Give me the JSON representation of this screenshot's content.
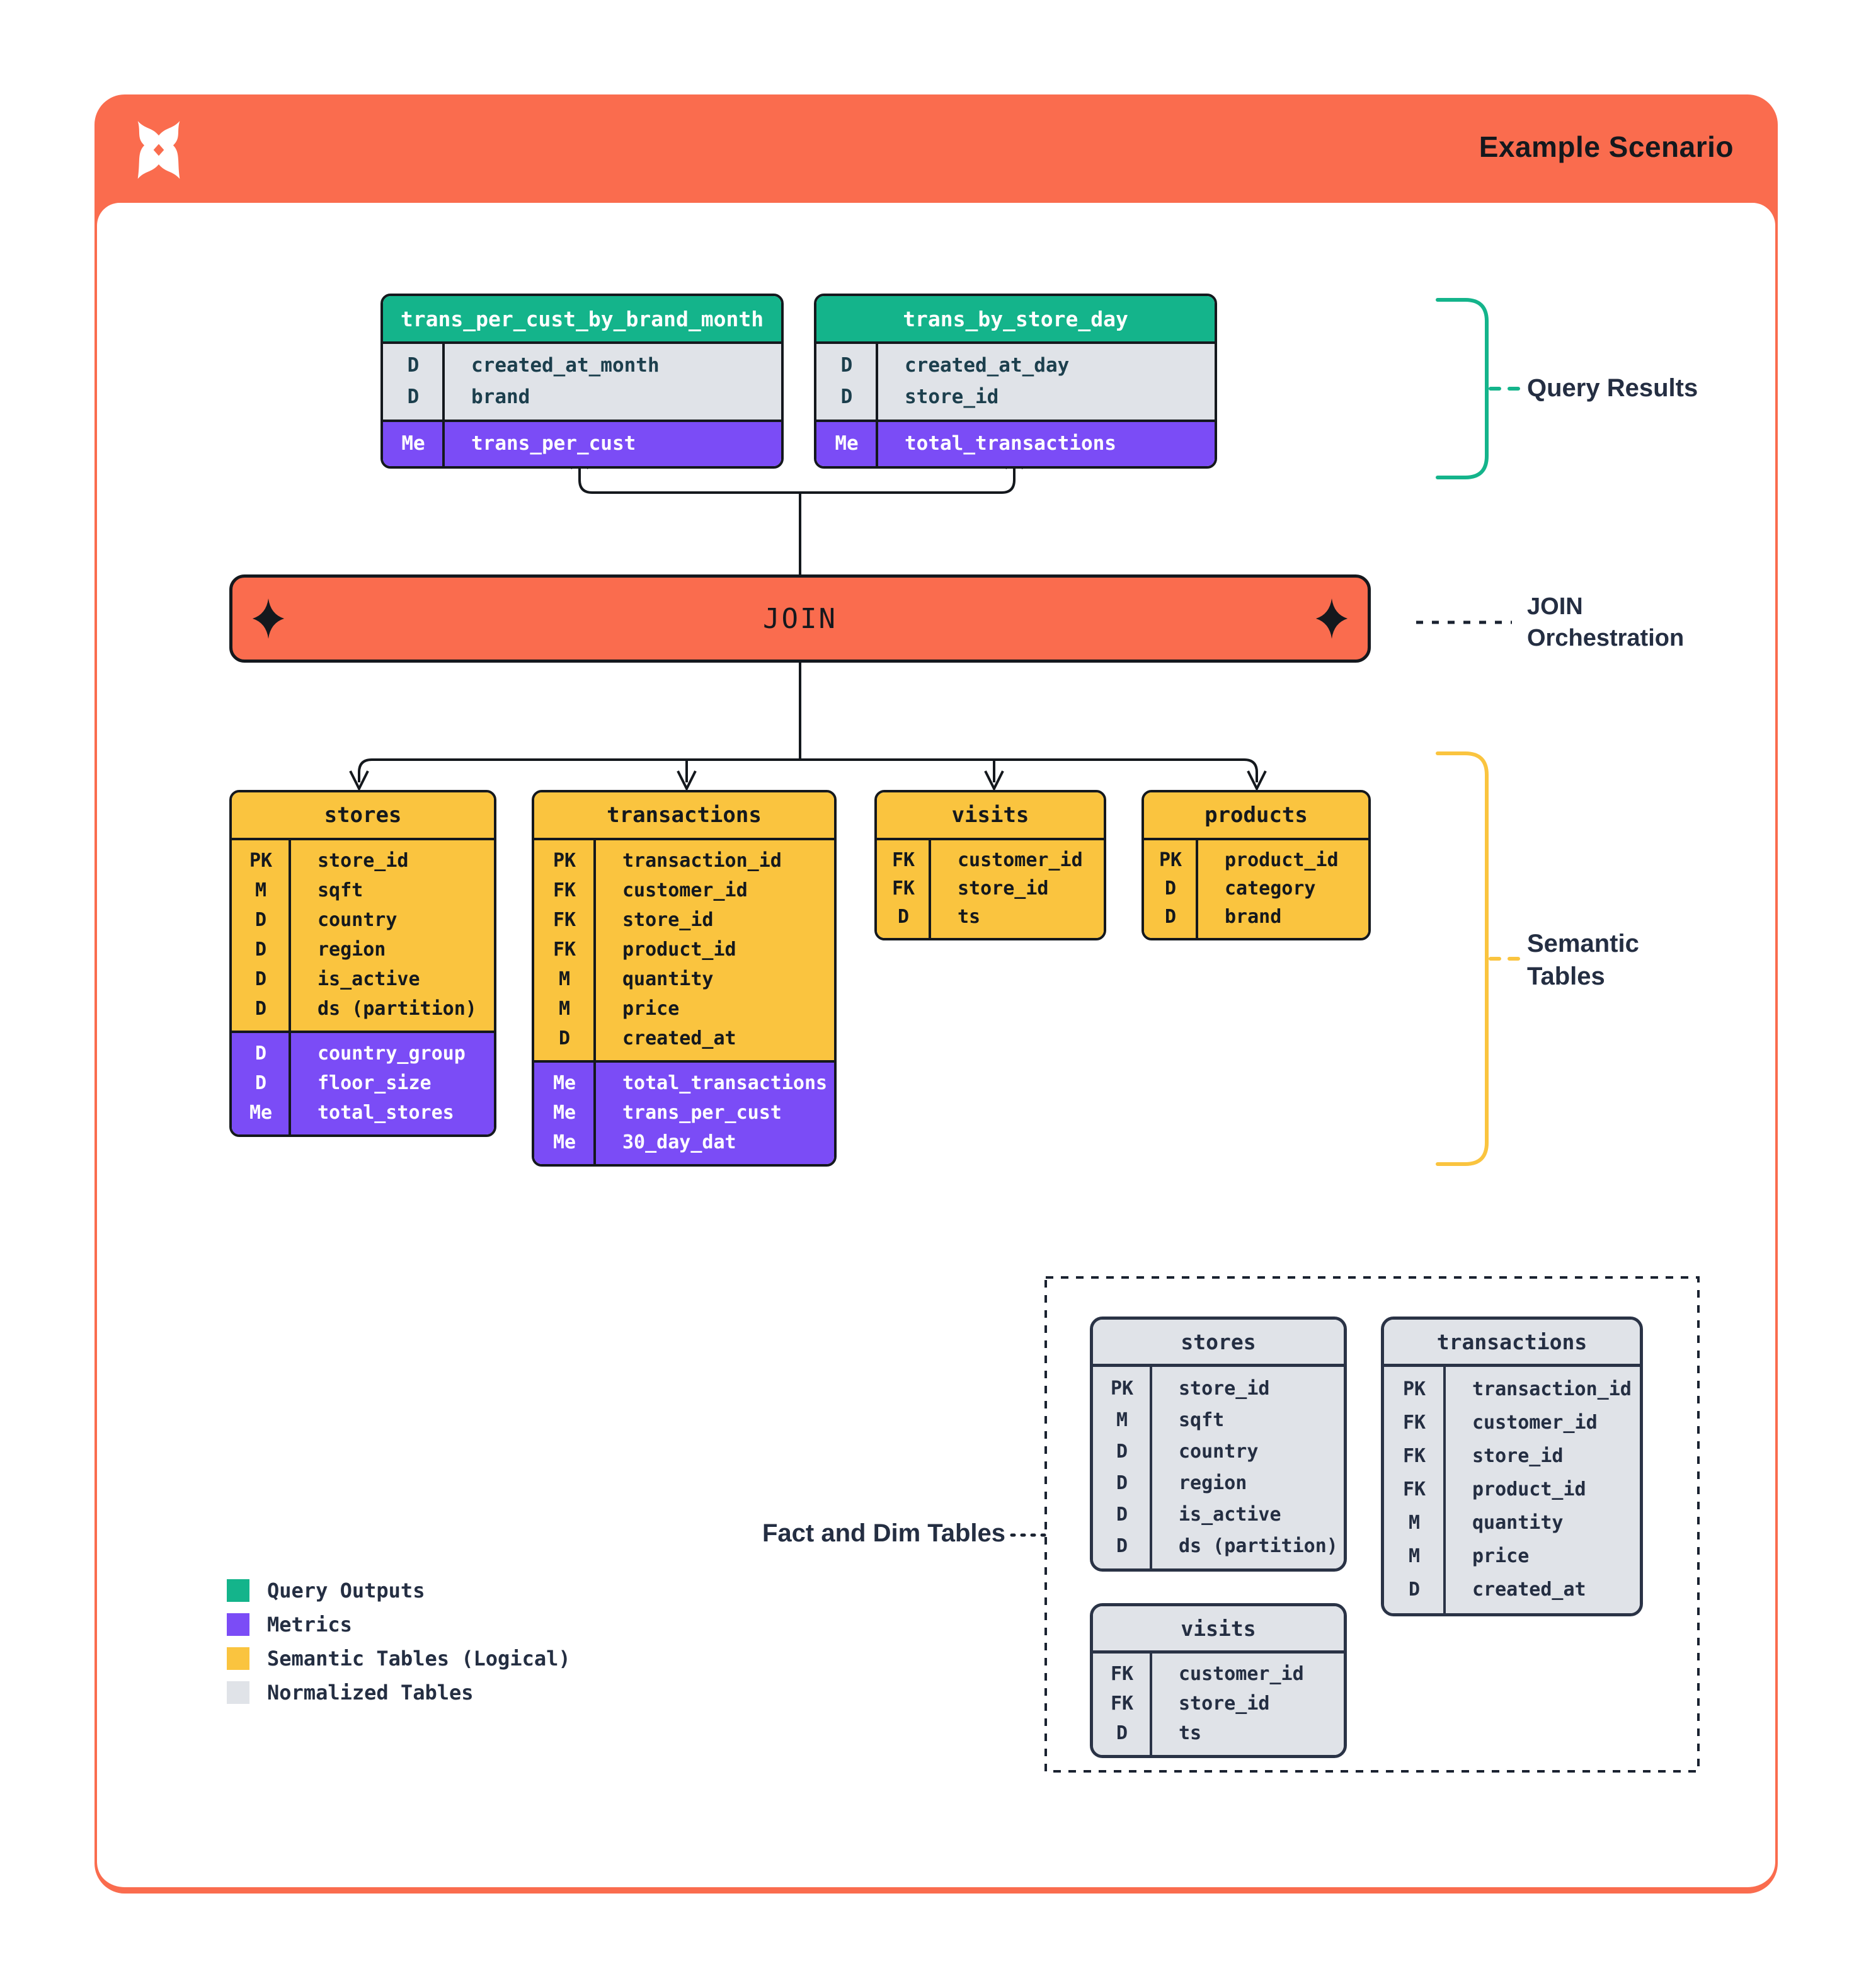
{
  "header": {
    "title": "Example Scenario",
    "logo_icon": "pinwheel-x-logo"
  },
  "join": {
    "label": "JOIN",
    "decoration_icon": "spark-diamond-icon"
  },
  "tables": {
    "query_results": [
      {
        "title": "trans_per_cust_by_brand_month",
        "dims": [
          [
            "D",
            "created_at_month"
          ],
          [
            "D",
            "brand"
          ]
        ],
        "metrics": [
          [
            "Me",
            "trans_per_cust"
          ]
        ]
      },
      {
        "title": "trans_by_store_day",
        "dims": [
          [
            "D",
            "created_at_day"
          ],
          [
            "D",
            "store_id"
          ]
        ],
        "metrics": [
          [
            "Me",
            "total_transactions"
          ]
        ]
      }
    ],
    "semantic": [
      {
        "title": "stores",
        "dims": [
          [
            "PK",
            "store_id"
          ],
          [
            "M",
            "sqft"
          ],
          [
            "D",
            "country"
          ],
          [
            "D",
            "region"
          ],
          [
            "D",
            "is_active"
          ],
          [
            "D",
            "ds (partition)"
          ]
        ],
        "metrics": [
          [
            "D",
            "country_group"
          ],
          [
            "D",
            "floor_size"
          ],
          [
            "Me",
            "total_stores"
          ]
        ]
      },
      {
        "title": "transactions",
        "dims": [
          [
            "PK",
            "transaction_id"
          ],
          [
            "FK",
            "customer_id"
          ],
          [
            "FK",
            "store_id"
          ],
          [
            "FK",
            "product_id"
          ],
          [
            "M",
            "quantity"
          ],
          [
            "M",
            "price"
          ],
          [
            "D",
            "created_at"
          ]
        ],
        "metrics": [
          [
            "Me",
            "total_transactions"
          ],
          [
            "Me",
            "trans_per_cust"
          ],
          [
            "Me",
            "30_day_dat"
          ]
        ]
      },
      {
        "title": "visits",
        "dims": [
          [
            "FK",
            "customer_id"
          ],
          [
            "FK",
            "store_id"
          ],
          [
            "D",
            "ts"
          ]
        ],
        "metrics": []
      },
      {
        "title": "products",
        "dims": [
          [
            "PK",
            "product_id"
          ],
          [
            "D",
            "category"
          ],
          [
            "D",
            "brand"
          ]
        ],
        "metrics": []
      }
    ],
    "normalized": [
      {
        "title": "stores",
        "dims": [
          [
            "PK",
            "store_id"
          ],
          [
            "M",
            "sqft"
          ],
          [
            "D",
            "country"
          ],
          [
            "D",
            "region"
          ],
          [
            "D",
            "is_active"
          ],
          [
            "D",
            "ds (partition)"
          ]
        ],
        "metrics": []
      },
      {
        "title": "transactions",
        "dims": [
          [
            "PK",
            "transaction_id"
          ],
          [
            "FK",
            "customer_id"
          ],
          [
            "FK",
            "store_id"
          ],
          [
            "FK",
            "product_id"
          ],
          [
            "M",
            "quantity"
          ],
          [
            "M",
            "price"
          ],
          [
            "D",
            "created_at"
          ]
        ],
        "metrics": []
      },
      {
        "title": "visits",
        "dims": [
          [
            "FK",
            "customer_id"
          ],
          [
            "FK",
            "store_id"
          ],
          [
            "D",
            "ts"
          ]
        ],
        "metrics": []
      }
    ]
  },
  "annotations": {
    "query_results": {
      "label": "Query Results"
    },
    "join_orchestration": {
      "label": "JOIN\nOrchestration"
    },
    "semantic_tables": {
      "label": "Semantic\nTables"
    },
    "fact_and_dim": {
      "label": "Fact and Dim Tables"
    }
  },
  "legend": {
    "items": [
      {
        "label": "Query Outputs",
        "swatch": "green"
      },
      {
        "label": "Metrics",
        "swatch": "purple"
      },
      {
        "label": "Semantic Tables (Logical)",
        "swatch": "yellow"
      },
      {
        "label": "Normalized Tables",
        "swatch": "gray_table"
      }
    ]
  },
  "colors": {
    "orange": "#FA6C4E",
    "green": "#14B48B",
    "purple": "#7B4CF6",
    "yellow": "#FAC43F",
    "gray_table": "#E0E3E8",
    "ink": "#242E42",
    "line": "#14181D"
  }
}
